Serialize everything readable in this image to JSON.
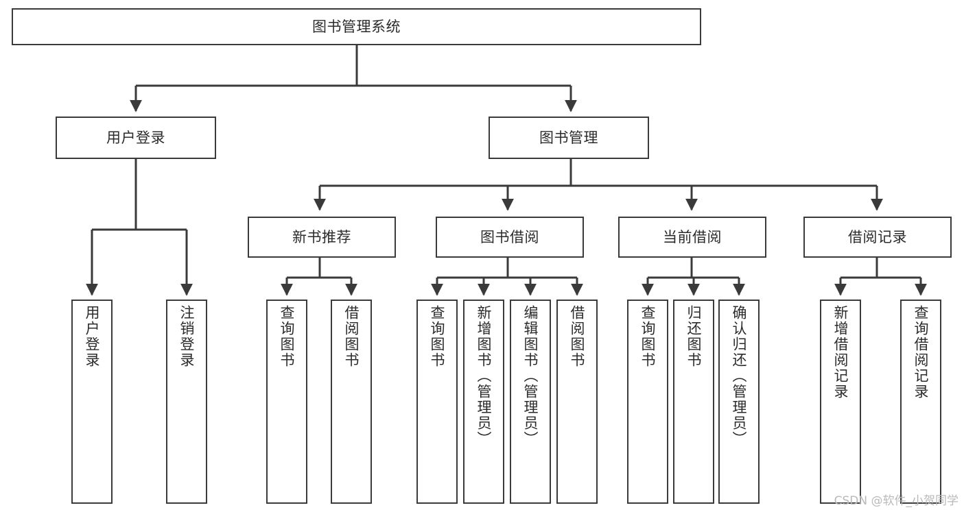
{
  "diagram": {
    "title": "图书管理系统",
    "watermark": "CSDN @软件_小贺同学",
    "colors": {
      "stroke": "#3a3a3a",
      "box_fill": "#ffffff",
      "text": "#2b2b2b",
      "watermark": "#b9b9b9",
      "background": "#ffffff"
    },
    "nodes": {
      "root": {
        "label": "图书管理系统"
      },
      "level1": [
        {
          "id": "user-login",
          "label": "用户登录"
        },
        {
          "id": "book-management",
          "label": "图书管理"
        }
      ],
      "level2": [
        {
          "id": "new-book-recommend",
          "label": "新书推荐"
        },
        {
          "id": "book-borrow",
          "label": "图书借阅"
        },
        {
          "id": "current-borrow",
          "label": "当前借阅"
        },
        {
          "id": "borrow-record",
          "label": "借阅记录"
        }
      ],
      "leaves": {
        "user_login": [
          {
            "id": "leaf-user-login",
            "label": "用户登录"
          },
          {
            "id": "leaf-logout-login",
            "label": "注销登录"
          }
        ],
        "new_book_recommend": [
          {
            "id": "leaf-query-book-1",
            "label": "查询图书"
          },
          {
            "id": "leaf-borrow-book-1",
            "label": "借阅图书"
          }
        ],
        "book_borrow": [
          {
            "id": "leaf-query-book-2",
            "label": "查询图书"
          },
          {
            "id": "leaf-add-book",
            "label": "新增图书（管理员）"
          },
          {
            "id": "leaf-edit-book",
            "label": "编辑图书（管理员）"
          },
          {
            "id": "leaf-borrow-book-2",
            "label": "借阅图书"
          }
        ],
        "current_borrow": [
          {
            "id": "leaf-query-book-3",
            "label": "查询图书"
          },
          {
            "id": "leaf-return-book",
            "label": "归还图书"
          },
          {
            "id": "leaf-confirm-return",
            "label": "确认归还（管理员）"
          }
        ],
        "borrow_record": [
          {
            "id": "leaf-add-record",
            "label": "新增借阅记录"
          },
          {
            "id": "leaf-query-record",
            "label": "查询借阅记录"
          }
        ]
      }
    }
  }
}
